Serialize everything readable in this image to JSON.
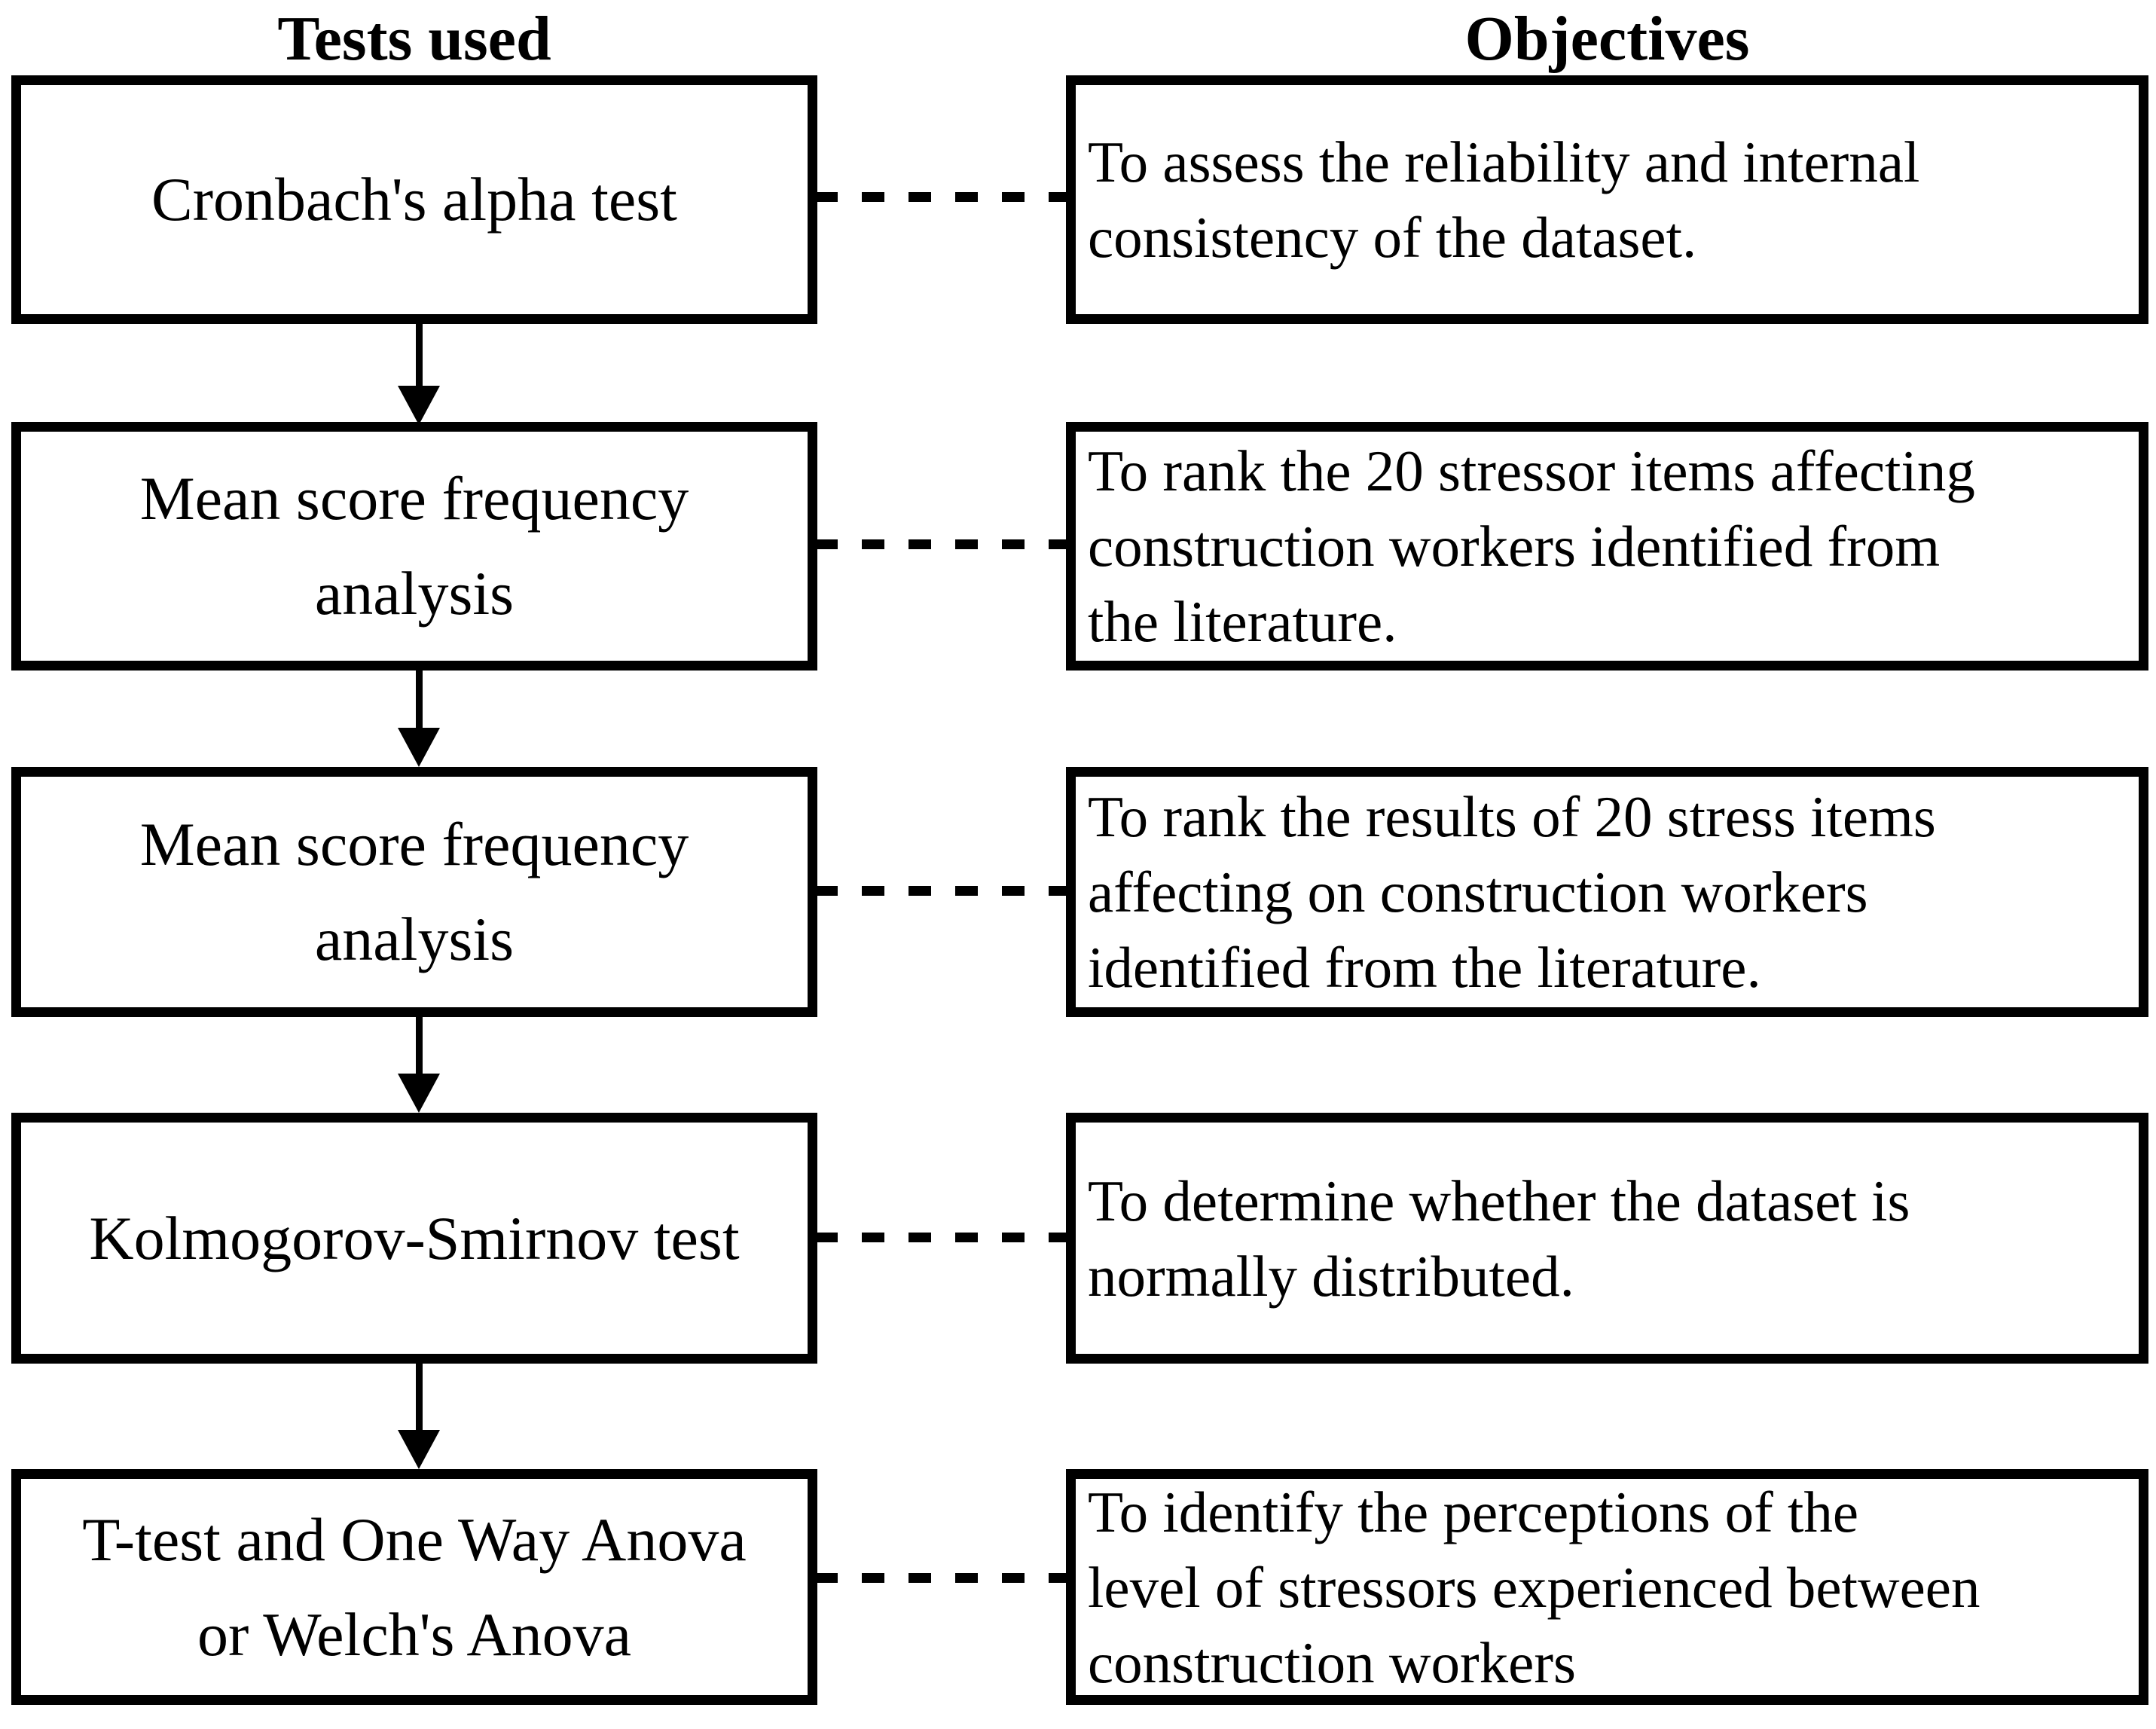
{
  "titles": {
    "left": "Tests used",
    "right": "Objectives"
  },
  "rows": [
    {
      "test": "Cronbach's alpha test",
      "objective": "To assess the reliability and internal\nconsistency of the dataset."
    },
    {
      "test": "Mean score frequency\nanalysis",
      "objective": "To rank the 20 stressor items affecting\nconstruction workers identified from\nthe literature."
    },
    {
      "test": "Mean score frequency\nanalysis",
      "objective": "To rank the results of 20 stress items\naffecting on construction workers\nidentified from the literature."
    },
    {
      "test": "Kolmogorov-Smirnov test",
      "objective": "To determine whether the dataset is\nnormally distributed."
    },
    {
      "test": "T-test and One Way Anova\nor Welch's Anova",
      "objective": "To identify the perceptions of the\nlevel of stressors experienced between\nconstruction workers"
    }
  ],
  "colors": {
    "ink": "#000000",
    "background": "#ffffff"
  }
}
